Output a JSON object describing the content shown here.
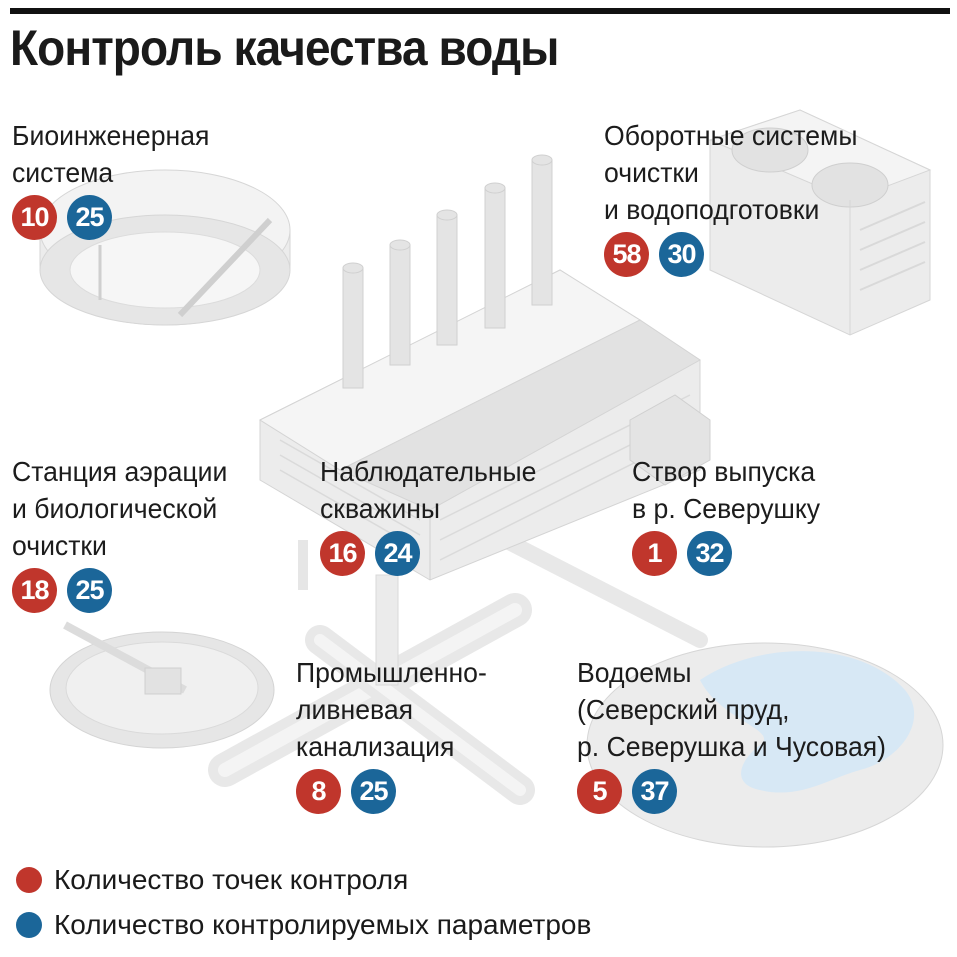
{
  "title": "Контроль качества воды",
  "colors": {
    "points": "#c0362c",
    "parameters": "#1b6699",
    "illustration": "#e3e3e3",
    "water": "#d7e8f5"
  },
  "groups": [
    {
      "id": "bio",
      "lines": [
        "Биоинженерная",
        "система"
      ],
      "points": "10",
      "params": "25"
    },
    {
      "id": "recycle",
      "lines": [
        "Оборотные системы",
        "очистки",
        "и водоподготовки"
      ],
      "points": "58",
      "params": "30"
    },
    {
      "id": "aeration",
      "lines": [
        "Станция аэрации",
        "и биологической",
        "очистки"
      ],
      "points": "18",
      "params": "25"
    },
    {
      "id": "wells",
      "lines": [
        "Наблюдательные",
        "скважины"
      ],
      "points": "16",
      "params": "24"
    },
    {
      "id": "outlet",
      "lines": [
        "Створ выпуска",
        "в р. Северушку"
      ],
      "points": "1",
      "params": "32"
    },
    {
      "id": "sewer",
      "lines": [
        "Промышленно-",
        "ливневая",
        "канализация"
      ],
      "points": "8",
      "params": "25"
    },
    {
      "id": "ponds",
      "lines": [
        "Водоемы",
        "(Северский пруд,",
        "р. Северушка и Чусовая)"
      ],
      "points": "5",
      "params": "37"
    }
  ],
  "legend": {
    "points_label": "Количество точек контроля",
    "params_label": "Количество контролируемых параметров"
  }
}
